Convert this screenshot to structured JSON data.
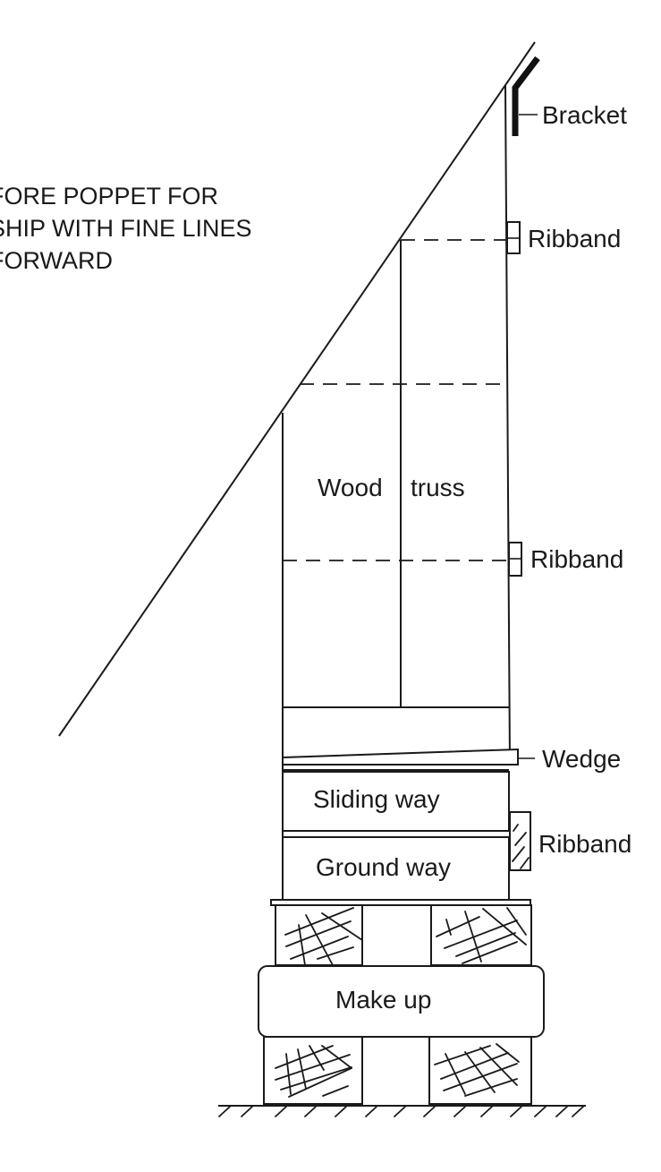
{
  "title": {
    "lines": [
      "FORE POPPET FOR",
      "SHIP WITH FINE LINES",
      "FORWARD"
    ]
  },
  "labels": {
    "bracket": "Bracket",
    "ribband_top": "Ribband",
    "ribband_middle": "Ribband",
    "wood": "Wood",
    "truss": "truss",
    "wedge": "Wedge",
    "sliding_way": "Sliding way",
    "ribband_bottom": "Ribband",
    "ground_way": "Ground way",
    "make_up": "Make up"
  },
  "colors": {
    "line": "#1a1a1a",
    "background": "#ffffff"
  }
}
